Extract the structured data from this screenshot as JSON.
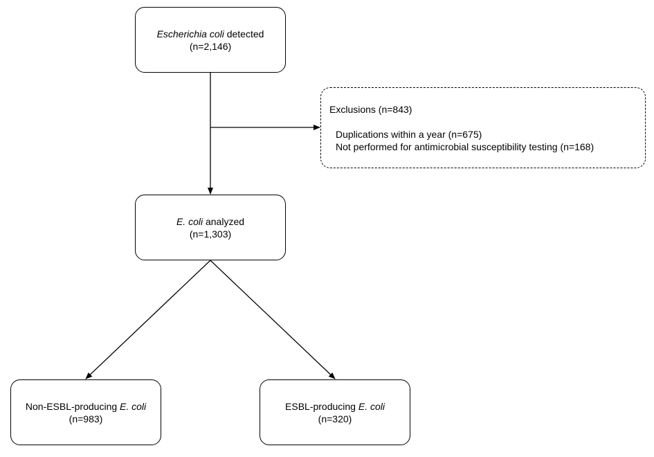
{
  "nodes": {
    "detected": {
      "name_italic": "Escherichia coli",
      "name_rest": " detected",
      "count": "(n=2,146)"
    },
    "analyzed": {
      "name_italic": "E. coli",
      "name_rest": " analyzed",
      "count": "(n=1,303)"
    },
    "non_esbl": {
      "name_prefix": "Non-ESBL-producing ",
      "name_italic": "E. coli",
      "count": "(n=983)"
    },
    "esbl": {
      "name_prefix": "ESBL-producing ",
      "name_italic": "E. coli",
      "count": "(n=320)"
    }
  },
  "exclusions": {
    "title": "Exclusions (n=843)",
    "items": [
      "Duplications within a year (n=675)",
      "Not performed for antimicrobial susceptibility testing (n=168)"
    ]
  }
}
